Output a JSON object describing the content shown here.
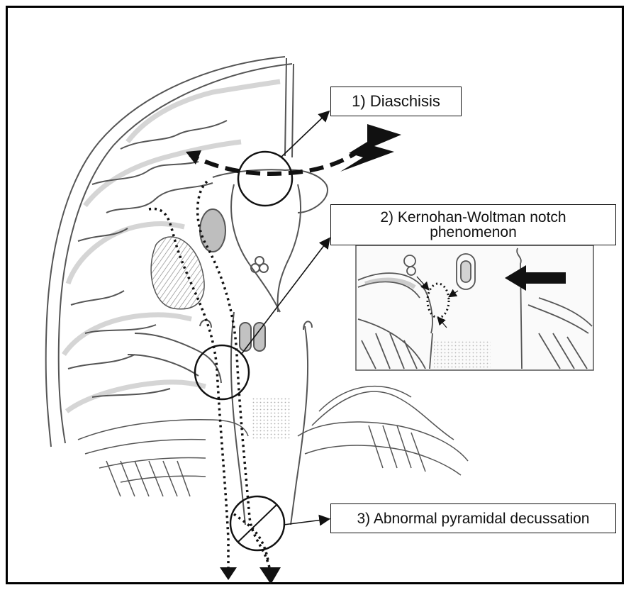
{
  "labels": {
    "diaschisis": "1) Diaschisis",
    "kernohan_line1": "2) Kernohan-Woltman notch",
    "kernohan_line2": "phenomenon",
    "decussation": "3) Abnormal pyramidal decussation"
  },
  "colors": {
    "line": "#111111",
    "sketch": "#555555",
    "shade": "#9a9a9a",
    "background": "#ffffff"
  },
  "icons": {
    "lightning": "lightning-bolt-icon",
    "arrow": "block-arrow-left-icon"
  }
}
